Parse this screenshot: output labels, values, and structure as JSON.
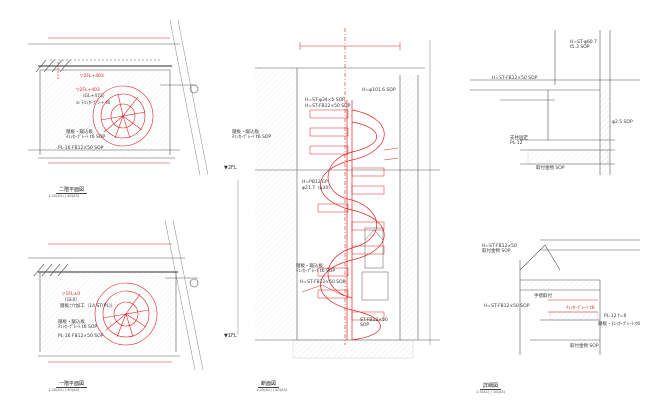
{
  "views": {
    "plan_2f": {
      "title": "二階平面図",
      "scale": "1:20(A1) / 40(A3)",
      "labels": {
        "level": "▽2FL+403",
        "tread_a": "a: ﾁｪｯｶｰﾌﾟﾚｰﾄ t6",
        "mat_a": "踏板・蹴込板\nﾁｪｯｶｰﾌﾟﾚｰﾄ t6 SOP",
        "stringer": "PL-16 FB12×50 SOP",
        "fl_mark": "▽2FL+403",
        "gl_mark": "（GL+473）"
      }
    },
    "plan_1f": {
      "title": "一階平面図",
      "scale": "1:20(A1) / 40(A3)",
      "labels": {
        "level": "▽1FL±0",
        "gl_mark": "（GL0）",
        "dim_note": "踏板ﾆ穴加工（14 ST(PL)）",
        "mat_b": "踏板・蹴込板\nﾁｪｯｶｰﾌﾟﾚｰﾄ t6 SOP",
        "stringer": "PL-16 FB12×50 SOP"
      }
    },
    "section": {
      "title": "断面図",
      "scale": "1:20(A1) / 40(A3)",
      "labels": {
        "level_2f": "▼2FL",
        "level_1f": "▼1FL",
        "hand_a": "H=ST-φ34×5 SOP",
        "hand_b": "H=ST-FB12×50 SOP",
        "tread": "踏板・蹴込板\nﾁｪｯｶｰﾌﾟﾚｰﾄ t6 SOP",
        "post": "H=φ101.6 SOP",
        "bracket": "H=PB12 EP",
        "ring": "φ21.7（φ30）",
        "stringer_a": "踏板・蹴込板\nﾁｪｯｶｰﾌﾟﾚｰﾄ t6 SOP",
        "stringer_b": "H=ST-FB12×50 SOP",
        "col": "ST-FB12×50\nSOP"
      }
    },
    "detail": {
      "title": "詳細図",
      "scale": "1:5(A1) / 10(A3)",
      "labels": {
        "d1": "H=ST-φ60.7\nt5.3 SOP",
        "d2": "H=ST-FB12×50 SOP",
        "d3": "φ2.5 SOP",
        "d4": "支柱固定\nPL-12",
        "d5": "取付金物 SOP",
        "d6": "H=ST-FB12×50\n取付金物 SOP",
        "d7": "H=ST-FB12×50 SOP",
        "d8": "手摺取付",
        "d9": "ﾁｪｯｶｰﾌﾟﾚｰﾄ t6",
        "d10": "取付金物 SOP",
        "d11": "PL-12 t=6",
        "d12": "踏板・ﾁｪｯｶｰﾌﾟﾚｰﾄ t6"
      }
    }
  },
  "colors": {
    "line": "#555555",
    "red": "#dd2222",
    "dim": "#d33333",
    "hatch": "#777777"
  }
}
